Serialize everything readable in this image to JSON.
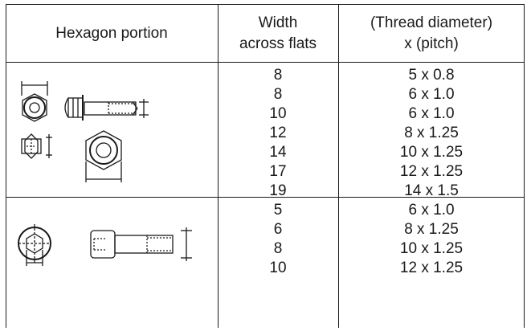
{
  "table": {
    "headers": {
      "hexagon": "Hexagon portion",
      "width_line1": "Width",
      "width_line2": "across flats",
      "thread_line1": "(Thread diameter)",
      "thread_line2": "x (pitch)"
    },
    "groups": [
      {
        "illustration": "hex-bolt-and-nut-drawing",
        "widths": [
          "8",
          "8",
          "10",
          "12",
          "14",
          "17",
          "19"
        ],
        "threads": [
          "5 x 0.8",
          "6 x 1.0",
          "6 x 1.0",
          "8 x 1.25",
          "10 x 1.25",
          "12 x 1.25",
          "14 x 1.5"
        ]
      },
      {
        "illustration": "socket-cap-screw-drawing",
        "widths": [
          "5",
          "6",
          "8",
          "10"
        ],
        "threads": [
          "6 x 1.0",
          "8 x 1.25",
          "10 x 1.25",
          "12 x 1.25"
        ]
      }
    ]
  }
}
